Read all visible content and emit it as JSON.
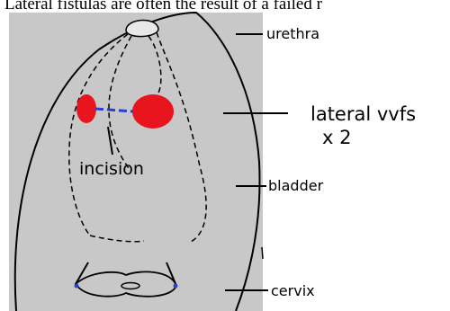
{
  "caption": "Lateral fistulas are often the result of a failed r",
  "labels": {
    "urethra": "urethra",
    "lateral_vvfs_line1": "lateral vvfs",
    "lateral_vvfs_line2": "x 2",
    "incision": "incision",
    "bladder": "bladder",
    "cervix": "cervix"
  },
  "colors": {
    "background_panel": "#c8c8c8",
    "outline": "#000000",
    "fistula": "#e8141e",
    "incision_line": "#2a3fd0"
  }
}
